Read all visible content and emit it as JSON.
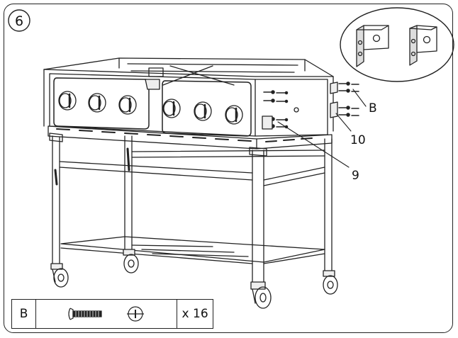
{
  "step": {
    "number": "6"
  },
  "callouts": {
    "b": "B",
    "ten": "10",
    "nine": "9"
  },
  "legend": {
    "part_letter": "B",
    "quantity": "x 16",
    "screw_icon": "bolt-side-icon",
    "head_icon": "bolt-head-icon"
  },
  "detail_inset": {
    "icon": "bracket-detail-icon"
  },
  "colors": {
    "line": "#222222",
    "background": "#ffffff"
  }
}
